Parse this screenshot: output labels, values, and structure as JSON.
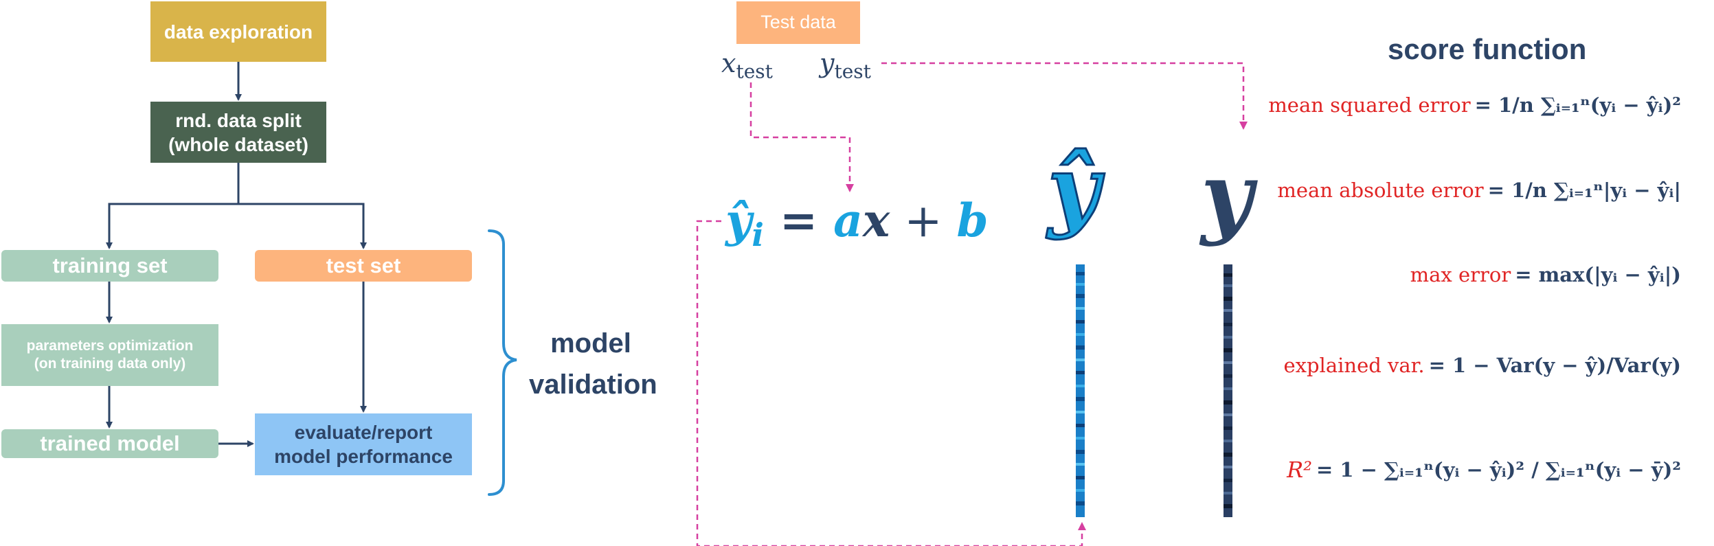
{
  "flowchart": {
    "data_exploration": "data exploration",
    "data_split_line1": "rnd. data split",
    "data_split_line2": "(whole dataset)",
    "training_set": "training set",
    "test_set": "test set",
    "param_opt_line1": "parameters optimization",
    "param_opt_line2": "(on training data only)",
    "trained_model": "trained model",
    "evaluate_line1": "evaluate/report",
    "evaluate_line2": "model performance",
    "model_validation_line1": "model",
    "model_validation_line2": "validation"
  },
  "middle": {
    "test_data": "Test data",
    "x_test_var": "x",
    "x_test_sub": "test",
    "y_test_var": "y",
    "y_test_sub": "test",
    "equation": {
      "lhs": "ŷ",
      "lhs_sub": "i",
      "eq": " = ",
      "a": "a",
      "x": "x",
      "plus": " + ",
      "b": "b"
    },
    "yhat_symbol": "ŷ",
    "y_symbol": "y"
  },
  "score": {
    "title": "score function",
    "metrics": [
      {
        "label": "mean squared error",
        "formula": "= 1/n ∑ᵢ₌₁ⁿ(yᵢ − ŷᵢ)²"
      },
      {
        "label": "mean absolute error",
        "formula": "= 1/n ∑ᵢ₌₁ⁿ|yᵢ − ŷᵢ|"
      },
      {
        "label": "max error",
        "formula": "= max(|yᵢ − ŷᵢ|)"
      },
      {
        "label": "explained var.",
        "formula": "= 1 − Var(y − ŷ)/Var(y)"
      },
      {
        "label": "R²",
        "formula": "= 1 − ∑ᵢ₌₁ⁿ(yᵢ − ŷᵢ)² / ∑ᵢ₌₁ⁿ(yᵢ − ȳ)²"
      }
    ]
  },
  "colors": {
    "gold": "#d9b44a",
    "dark_green": "#4a6350",
    "light_green": "#a9cfbc",
    "orange": "#fdb47d",
    "blue_box": "#8ec5f5",
    "navy": "#2d4466",
    "cyan": "#1aa3df",
    "pink": "#d63fa0",
    "red": "#e02424"
  }
}
